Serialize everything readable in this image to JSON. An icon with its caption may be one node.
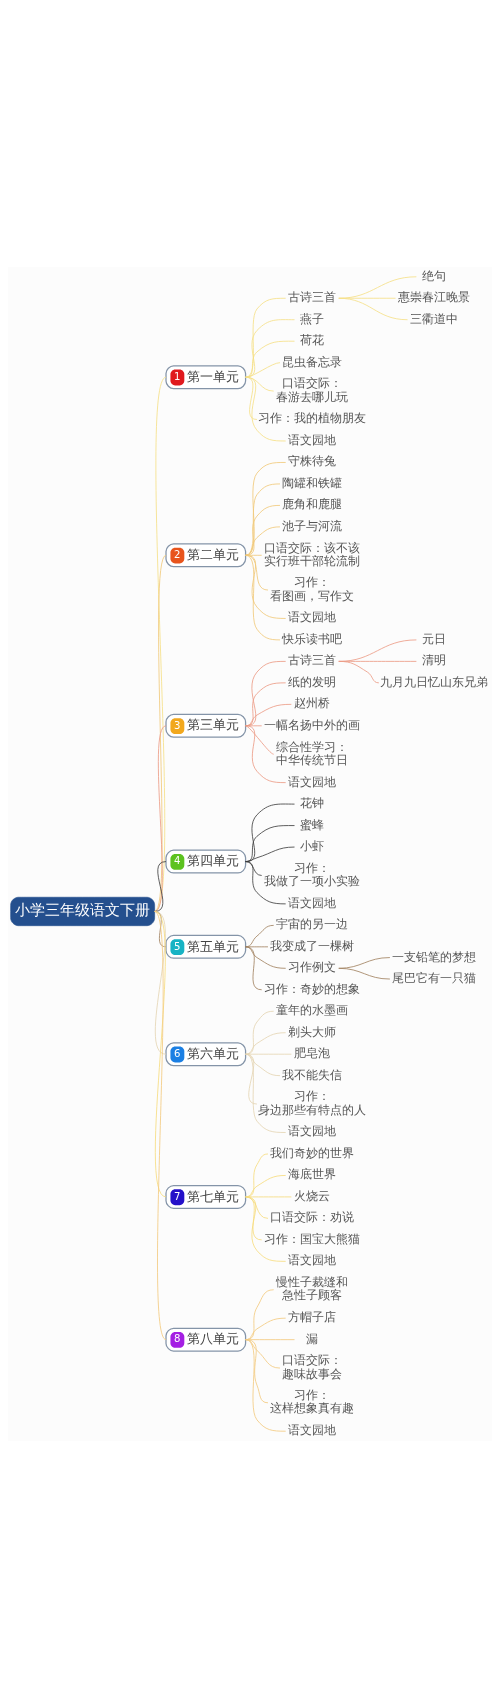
{
  "diagram": {
    "nodes": [
      {
        "text": [
          "小学三年级语文下册"
        ]
      },
      {
        "text": [
          "1",
          "第一单元"
        ]
      },
      {
        "text": [
          "古诗三首"
        ]
      },
      {
        "text": [
          "绝句"
        ]
      },
      {
        "text": [
          "惠崇春江晚景"
        ]
      },
      {
        "text": [
          "三衢道中"
        ]
      },
      {
        "text": [
          "燕子"
        ]
      },
      {
        "text": [
          "荷花"
        ]
      },
      {
        "text": [
          "昆虫备忘录"
        ]
      },
      {
        "text": [
          "口语交际：春游去哪儿玩"
        ]
      },
      {
        "text": [
          "习作：我的植物朋友"
        ]
      },
      {
        "text": [
          "语文园地"
        ]
      },
      {
        "text": [
          "2",
          "第二单元"
        ]
      },
      {
        "text": [
          "守株待兔"
        ]
      },
      {
        "text": [
          "陶罐和铁罐"
        ]
      },
      {
        "text": [
          "鹿角和鹿腿"
        ]
      },
      {
        "text": [
          "池子与河流"
        ]
      },
      {
        "text": [
          "口语交际：该不该实行班干部轮流制"
        ]
      },
      {
        "text": [
          "习作：看图画，写作文"
        ]
      },
      {
        "text": [
          "语文园地"
        ]
      },
      {
        "text": [
          "快乐读书吧"
        ]
      },
      {
        "text": [
          "3",
          "第三单元"
        ]
      },
      {
        "text": [
          "古诗三首"
        ]
      },
      {
        "text": [
          "元日"
        ]
      },
      {
        "text": [
          "清明"
        ]
      },
      {
        "text": [
          "九月九日忆山东兄弟"
        ]
      },
      {
        "text": [
          "纸的发明"
        ]
      },
      {
        "text": [
          "赵州桥"
        ]
      },
      {
        "text": [
          "一幅名扬中外的画"
        ]
      },
      {
        "text": [
          "综合性学习：中华传统节日"
        ]
      },
      {
        "text": [
          "语文园地"
        ]
      },
      {
        "text": [
          "4",
          "第四单元"
        ]
      },
      {
        "text": [
          "花钟"
        ]
      },
      {
        "text": [
          "蜜蜂"
        ]
      },
      {
        "text": [
          "小虾"
        ]
      },
      {
        "text": [
          "习作：我做了一项小实验"
        ]
      },
      {
        "text": [
          "语文园地"
        ]
      },
      {
        "text": [
          "5",
          "第五单元"
        ]
      },
      {
        "text": [
          "宇宙的另一边"
        ]
      },
      {
        "text": [
          "我变成了一棵树"
        ]
      },
      {
        "text": [
          "习作例文"
        ]
      },
      {
        "text": [
          "一支铅笔的梦想"
        ]
      },
      {
        "text": [
          "尾巴它有一只猫"
        ]
      },
      {
        "text": [
          "习作：奇妙的想象"
        ]
      },
      {
        "text": [
          "6",
          "第六单元"
        ]
      },
      {
        "text": [
          "童年的水墨画"
        ]
      },
      {
        "text": [
          "剃头大师"
        ]
      },
      {
        "text": [
          "肥皂泡"
        ]
      },
      {
        "text": [
          "我不能失信"
        ]
      },
      {
        "text": [
          "习作：身边那些有特点的人"
        ]
      },
      {
        "text": [
          "语文园地"
        ]
      },
      {
        "text": [
          "7",
          "第七单元"
        ]
      },
      {
        "text": [
          "我们奇妙的世界"
        ]
      },
      {
        "text": [
          "海底世界"
        ]
      },
      {
        "text": [
          "火烧云"
        ]
      },
      {
        "text": [
          "口语交际：劝说"
        ]
      },
      {
        "text": [
          "习作：国宝大熊猫"
        ]
      },
      {
        "text": [
          "语文园地"
        ]
      },
      {
        "text": [
          "8",
          "第八单元"
        ]
      },
      {
        "text": [
          "慢性子裁缝和急性子顾客"
        ]
      },
      {
        "text": [
          "方帽子店"
        ]
      },
      {
        "text": [
          "漏"
        ]
      },
      {
        "text": [
          "口语交际：趣味故事会"
        ]
      },
      {
        "text": [
          "习作：这样想象真有趣"
        ]
      },
      {
        "text": [
          "语文园地"
        ]
      }
    ],
    "edges": [
      {
        "from": 0,
        "to": 1,
        "arrow": "none",
        "color": "#f5df85"
      },
      {
        "from": 1,
        "to": 2,
        "arrow": "none",
        "color": "#f5df85"
      },
      {
        "from": 2,
        "to": 3,
        "arrow": "none",
        "color": "#f5df85"
      },
      {
        "from": 2,
        "to": 4,
        "arrow": "none",
        "color": "#f5df85"
      },
      {
        "from": 2,
        "to": 5,
        "arrow": "none",
        "color": "#f5df85"
      },
      {
        "from": 1,
        "to": 6,
        "arrow": "none",
        "color": "#f5df85"
      },
      {
        "from": 1,
        "to": 7,
        "arrow": "none",
        "color": "#f5df85"
      },
      {
        "from": 1,
        "to": 8,
        "arrow": "none",
        "color": "#f5df85"
      },
      {
        "from": 1,
        "to": 9,
        "arrow": "none",
        "color": "#f5df85"
      },
      {
        "from": 1,
        "to": 10,
        "arrow": "none",
        "color": "#f5df85"
      },
      {
        "from": 1,
        "to": 11,
        "arrow": "none",
        "color": "#f5df85"
      },
      {
        "from": 0,
        "to": 12,
        "arrow": "none",
        "color": "#f0c878"
      },
      {
        "from": 12,
        "to": 13,
        "arrow": "none",
        "color": "#f0c878"
      },
      {
        "from": 12,
        "to": 14,
        "arrow": "none",
        "color": "#f0c878"
      },
      {
        "from": 12,
        "to": 15,
        "arrow": "none",
        "color": "#f0c878"
      },
      {
        "from": 12,
        "to": 16,
        "arrow": "none",
        "color": "#f0c878"
      },
      {
        "from": 12,
        "to": 17,
        "arrow": "none",
        "color": "#f0c878"
      },
      {
        "from": 12,
        "to": 18,
        "arrow": "none",
        "color": "#f0c878"
      },
      {
        "from": 12,
        "to": 19,
        "arrow": "none",
        "color": "#f0c878"
      },
      {
        "from": 12,
        "to": 20,
        "arrow": "none",
        "color": "#f0c878"
      },
      {
        "from": 0,
        "to": 21,
        "arrow": "none",
        "color": "#ec9a84"
      },
      {
        "from": 21,
        "to": 22,
        "arrow": "none",
        "color": "#ec9a84"
      },
      {
        "from": 22,
        "to": 23,
        "arrow": "none",
        "color": "#ec9a84"
      },
      {
        "from": 22,
        "to": 24,
        "arrow": "none",
        "color": "#ec9a84"
      },
      {
        "from": 22,
        "to": 25,
        "arrow": "none",
        "color": "#ec9a84"
      },
      {
        "from": 21,
        "to": 26,
        "arrow": "none",
        "color": "#ec9a84"
      },
      {
        "from": 21,
        "to": 27,
        "arrow": "none",
        "color": "#ec9a84"
      },
      {
        "from": 21,
        "to": 28,
        "arrow": "none",
        "color": "#ec9a84"
      },
      {
        "from": 21,
        "to": 29,
        "arrow": "none",
        "color": "#ec9a84"
      },
      {
        "from": 21,
        "to": 30,
        "arrow": "none",
        "color": "#ec9a84"
      },
      {
        "from": 0,
        "to": 31,
        "arrow": "none",
        "color": "#3c3c3c"
      },
      {
        "from": 31,
        "to": 32,
        "arrow": "none",
        "color": "#3c3c3c"
      },
      {
        "from": 31,
        "to": 33,
        "arrow": "none",
        "color": "#3c3c3c"
      },
      {
        "from": 31,
        "to": 34,
        "arrow": "none",
        "color": "#3c3c3c"
      },
      {
        "from": 31,
        "to": 35,
        "arrow": "none",
        "color": "#3c3c3c"
      },
      {
        "from": 31,
        "to": 36,
        "arrow": "none",
        "color": "#3c3c3c"
      },
      {
        "from": 0,
        "to": 37,
        "arrow": "none",
        "color": "#a0805e"
      },
      {
        "from": 37,
        "to": 38,
        "arrow": "none",
        "color": "#a0805e"
      },
      {
        "from": 37,
        "to": 39,
        "arrow": "none",
        "color": "#a0805e"
      },
      {
        "from": 37,
        "to": 40,
        "arrow": "none",
        "color": "#a0805e"
      },
      {
        "from": 40,
        "to": 41,
        "arrow": "none",
        "color": "#a0805e"
      },
      {
        "from": 40,
        "to": 42,
        "arrow": "none",
        "color": "#a0805e"
      },
      {
        "from": 37,
        "to": 43,
        "arrow": "none",
        "color": "#a0805e"
      },
      {
        "from": 0,
        "to": 44,
        "arrow": "none",
        "color": "#e4d4b2"
      },
      {
        "from": 44,
        "to": 45,
        "arrow": "none",
        "color": "#e4d4b2"
      },
      {
        "from": 44,
        "to": 46,
        "arrow": "none",
        "color": "#e4d4b2"
      },
      {
        "from": 44,
        "to": 47,
        "arrow": "none",
        "color": "#e4d4b2"
      },
      {
        "from": 44,
        "to": 48,
        "arrow": "none",
        "color": "#e4d4b2"
      },
      {
        "from": 44,
        "to": 49,
        "arrow": "none",
        "color": "#e4d4b2"
      },
      {
        "from": 44,
        "to": 50,
        "arrow": "none",
        "color": "#e4d4b2"
      },
      {
        "from": 0,
        "to": 51,
        "arrow": "none",
        "color": "#f7dc7c"
      },
      {
        "from": 51,
        "to": 52,
        "arrow": "none",
        "color": "#f7dc7c"
      },
      {
        "from": 51,
        "to": 53,
        "arrow": "none",
        "color": "#f7dc7c"
      },
      {
        "from": 51,
        "to": 54,
        "arrow": "none",
        "color": "#f7dc7c"
      },
      {
        "from": 51,
        "to": 55,
        "arrow": "none",
        "color": "#f7dc7c"
      },
      {
        "from": 51,
        "to": 56,
        "arrow": "none",
        "color": "#f7dc7c"
      },
      {
        "from": 51,
        "to": 57,
        "arrow": "none",
        "color": "#f7dc7c"
      },
      {
        "from": 0,
        "to": 58,
        "arrow": "none",
        "color": "#f3c97e"
      },
      {
        "from": 58,
        "to": 59,
        "arrow": "none",
        "color": "#f3c97e"
      },
      {
        "from": 58,
        "to": 60,
        "arrow": "none",
        "color": "#f3c97e"
      },
      {
        "from": 58,
        "to": 61,
        "arrow": "none",
        "color": "#f3c97e"
      },
      {
        "from": 58,
        "to": 62,
        "arrow": "none",
        "color": "#f3c97e"
      },
      {
        "from": 58,
        "to": 63,
        "arrow": "none",
        "color": "#f3c97e"
      },
      {
        "from": 58,
        "to": 64,
        "arrow": "none",
        "color": "#f3c97e"
      }
    ]
  }
}
